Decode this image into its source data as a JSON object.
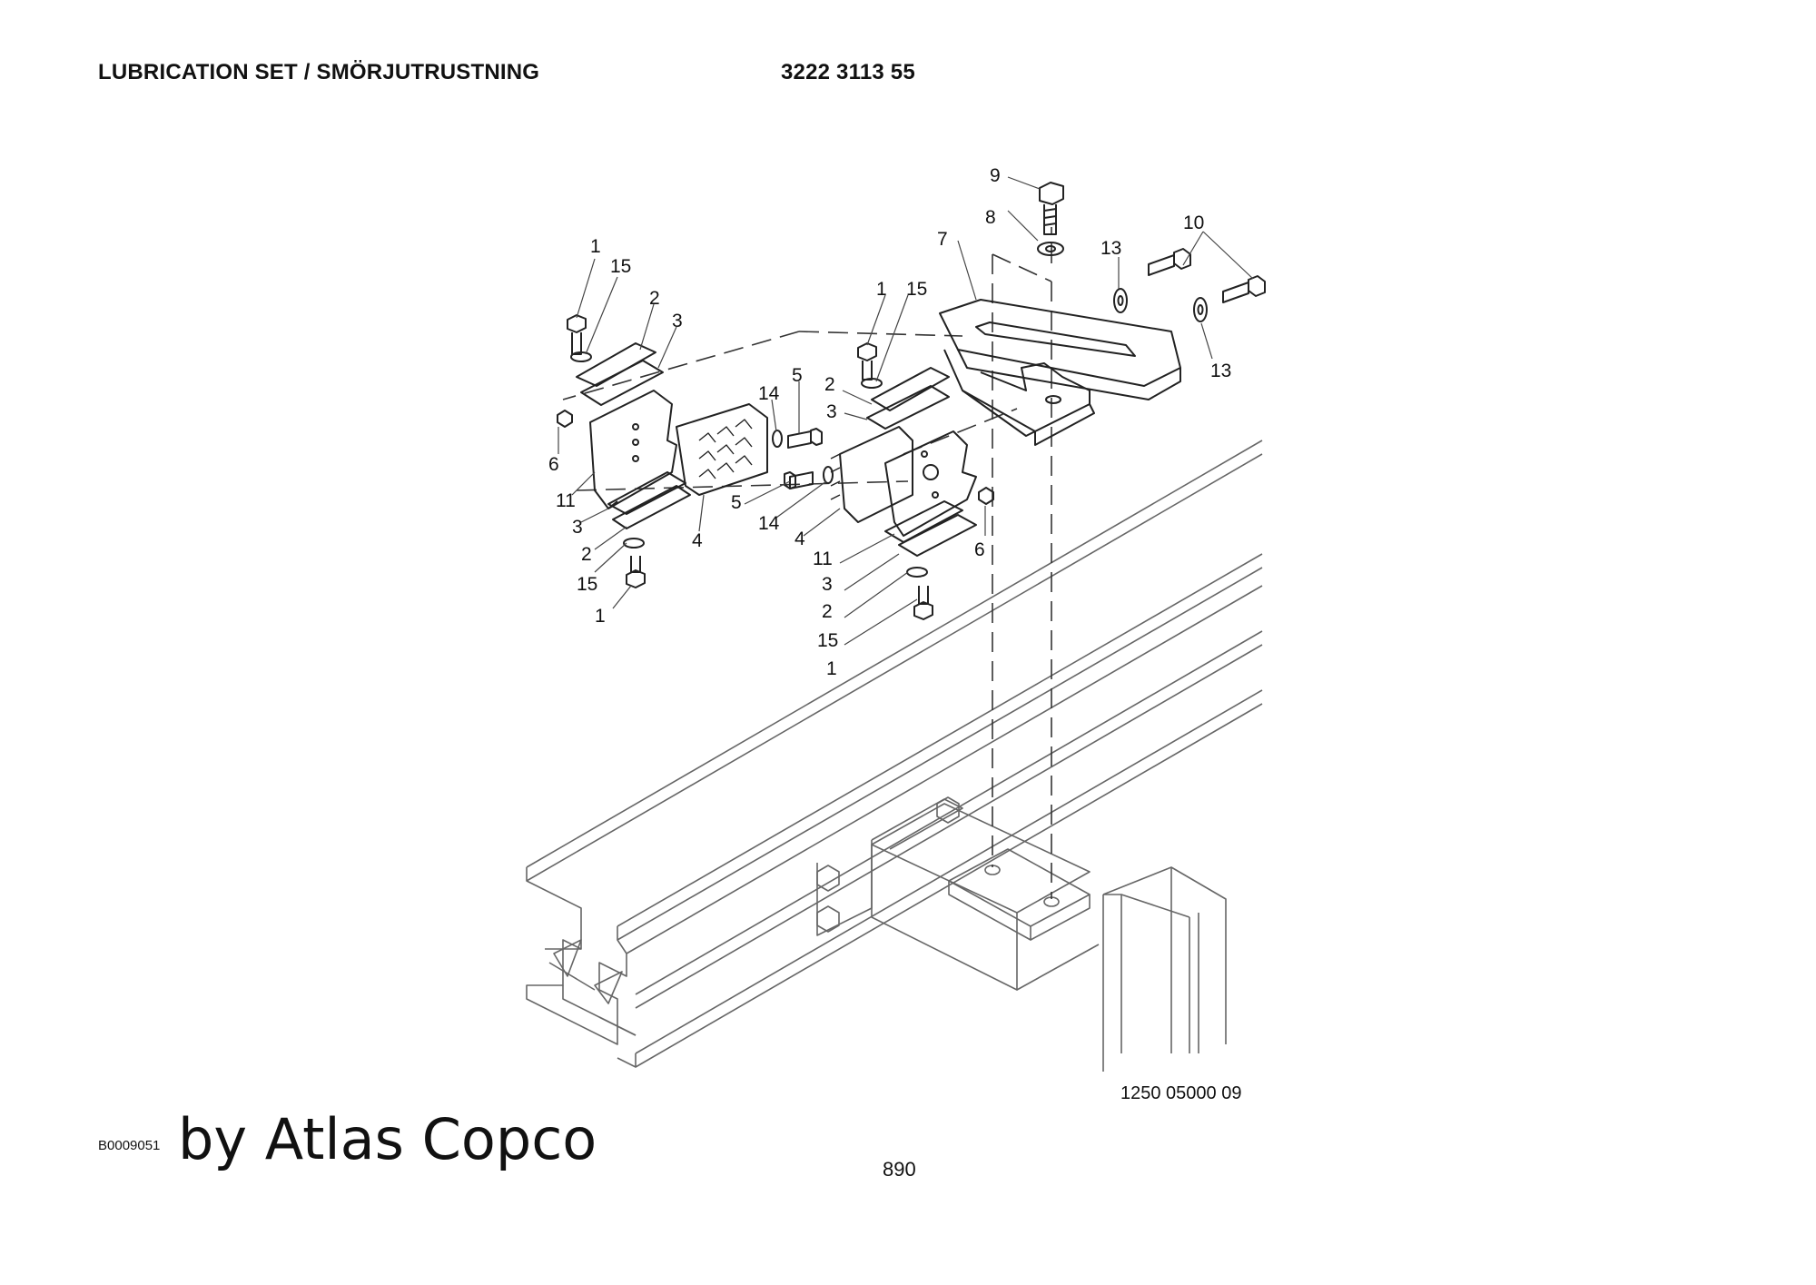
{
  "header": {
    "title": "LUBRICATION SET / SMÖRJUTRUSTNING",
    "part_number": "3222 3113 55"
  },
  "drawing": {
    "callouts": [
      "1",
      "15",
      "2",
      "3",
      "6",
      "11",
      "3",
      "2",
      "15",
      "1",
      "4",
      "14",
      "5",
      "5",
      "14",
      "4",
      "1",
      "15",
      "2",
      "3",
      "11",
      "3",
      "2",
      "15",
      "1",
      "6",
      "7",
      "8",
      "9",
      "10",
      "13",
      "13"
    ],
    "drawing_number": "1250 05000 09"
  },
  "footer": {
    "doc_code": "B0009051",
    "brand": "by Atlas Copco",
    "page": "890"
  }
}
